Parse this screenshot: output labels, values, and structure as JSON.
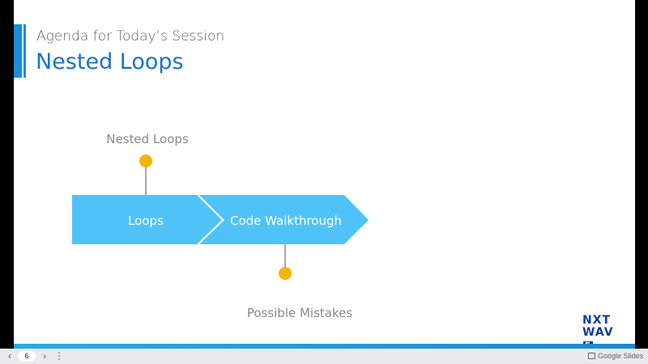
{
  "slide": {
    "subtitle": "Agenda for Today’s Session",
    "title": "Nested Loops",
    "colors": {
      "accent": "#1a8fd8",
      "title": "#1a73c8",
      "arrow": "#4fc3f7",
      "dot": "#f4b400",
      "label": "#8a8a8a"
    }
  },
  "diagram": {
    "segments": [
      "Loops",
      "Code Walkthrough"
    ],
    "callout_top": "Nested Loops",
    "callout_bottom": "Possible Mistakes"
  },
  "logo": {
    "line1": "NXT",
    "line2": "WAV",
    "box": "E"
  },
  "viewer": {
    "prev": "‹",
    "next": "›",
    "page": "6",
    "menu": "⋮",
    "brand": "Google Slides"
  }
}
